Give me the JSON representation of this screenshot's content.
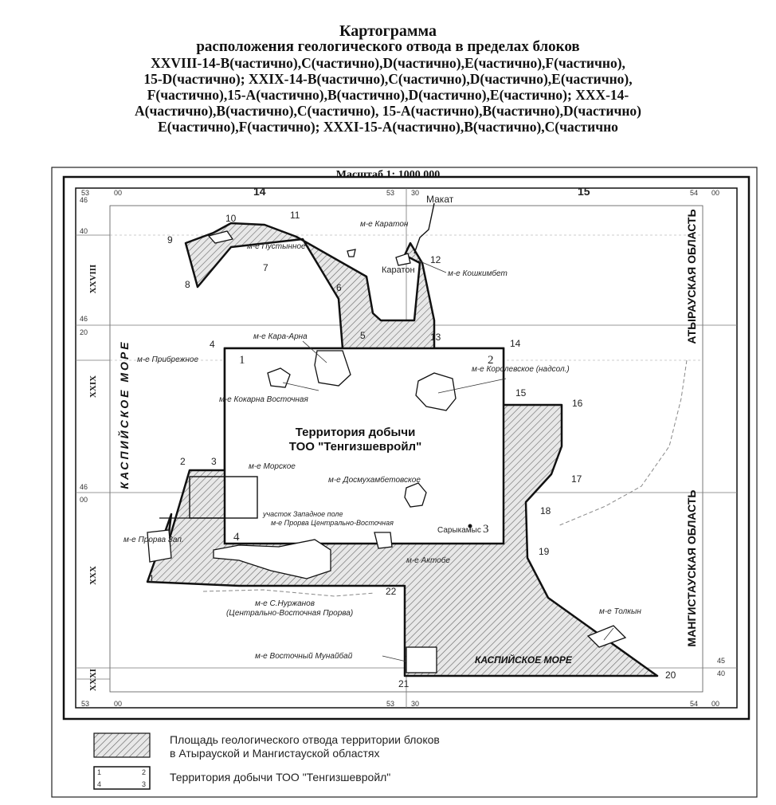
{
  "header": {
    "title": "Картограмма",
    "subtitle": "расположения геологического отвода в пределах блоков",
    "lines": [
      "XXVIII-14-B(частично),C(частично),D(частично),E(частично),F(частично),",
      "15-D(частично); XXIX-14-B(частично),C(частично),D(частично),E(частично),",
      "F(частично),15-A(частично),B(частично),D(частично),E(частично); XXX-14-",
      "A(частично),B(частично),C(частично), 15-A(частично),B(частично),D(частично)",
      "E(частично),F(частично); XXXI-15-A(частично),B(частично),C(частично"
    ],
    "scale": "Масштаб 1: 1000 000"
  },
  "map": {
    "grid_top": {
      "c53": "53",
      "m00": "00",
      "c14": "14",
      "c53b": "53",
      "m30": "30",
      "c15": "15",
      "c54": "54",
      "m00b": "00"
    },
    "grid_bottom": {
      "c53": "53",
      "m00": "00",
      "c53b": "53",
      "m30": "30",
      "c54": "54",
      "m00b": "00"
    },
    "lat": {
      "l46a": "46",
      "m40": "40",
      "l46b": "46",
      "m20": "20",
      "l46c": "46",
      "m00": "00",
      "l45": "45",
      "m40b": "40"
    },
    "blocks": {
      "b28": "XXVIII",
      "b29": "XXIX",
      "b30": "XXX",
      "b31": "XXXI"
    },
    "regions": {
      "atyrau": "АТЫРАУСКАЯ ОБЛАСТЬ",
      "mangistau": "МАНГИСТАУСКАЯ ОБЛАСТЬ",
      "sea_west": "КАСПИЙСКОЕ МОРЕ",
      "sea_south": "КАСПИЙСКОЕ МОРЕ"
    },
    "territory": {
      "line1": "Территория добычи",
      "line2": "ТОО \"Тенгизшевройл\""
    },
    "towns": {
      "makat": "Макат",
      "karaton": "Каратон",
      "sarykamys": "Сарыкамыс"
    },
    "fields": {
      "karaton": "м-е Каратон",
      "pustynnoe": "м-е Пустынное",
      "koshkimbet": "м-е Кошкимбет",
      "kara_arna": "м-е Кара-Арна",
      "pribrezhnoe": "м-е Прибрежное",
      "korolevskoe": "м-е Королевское (надсол.)",
      "kokarna": "м-е Кокарна Восточная",
      "morskoe": "м-е Морское",
      "dosmukh": "м-е Досмухамбетовское",
      "zapadnoe_line1": "участок Западное поле",
      "zapadnoe_line2": "м-е Прорва Центрально-Восточная",
      "prorva_zap": "м-е Прорва Зап.",
      "aktobe": "м-е Актобе",
      "nurzhanov_line1": "м-е С.Нуржанов",
      "nurzhanov_line2": "(Центрально-Восточная Прорва)",
      "tolkyn": "м-е Толкын",
      "vost_munaibai": "м-е Восточный Мунайбай"
    },
    "points": [
      "1",
      "2",
      "3",
      "4",
      "5",
      "6",
      "7",
      "8",
      "9",
      "10",
      "11",
      "12",
      "13",
      "14",
      "15",
      "16",
      "17",
      "18",
      "19",
      "20",
      "21",
      "22"
    ],
    "corners": {
      "c1": "1",
      "c2": "2",
      "c3": "3",
      "c4": "4"
    }
  },
  "legend": {
    "hatch_line1": "Площадь геологического отвода территории блоков",
    "hatch_line2": "в Атырауской и Мангистауской областях",
    "box_nums": [
      "1",
      "2",
      "4",
      "3"
    ],
    "territory_label": "Территория добычи ТОО \"Тенгизшевройл\""
  }
}
